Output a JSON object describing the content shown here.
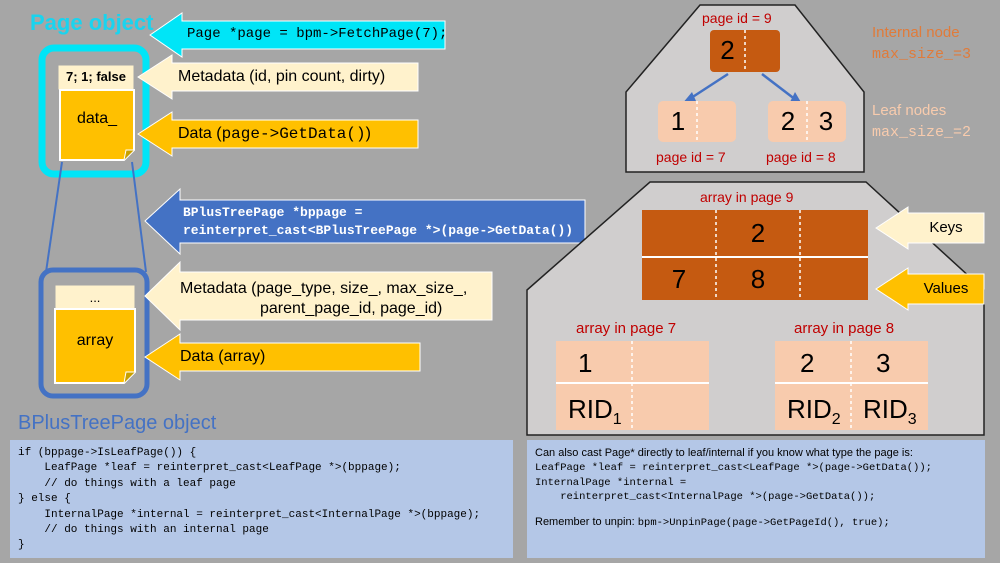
{
  "left": {
    "page_object_title": "Page object",
    "fetch_code": "Page *page = bpm->FetchPage(7);",
    "page_meta_values": "7; 1; false",
    "page_data_label": "data_",
    "metadata_arrow": "Metadata (id, pin count, dirty)",
    "data_arrow_prefix": "Data (",
    "data_arrow_code": "page->GetData()",
    "data_arrow_suffix": ")",
    "cast_line1": "BPlusTreePage *bppage =",
    "cast_line2": "reinterpret_cast<BPlusTreePage *>(page->GetData())",
    "bpt_meta_values": "...",
    "bpt_array_label": "array",
    "bpt_metadata_line1": "Metadata (page_type, size_, max_size_,",
    "bpt_metadata_line2": "parent_page_id, page_id)",
    "bpt_data_arrow": "Data (array)",
    "bpt_object_title": "BPlusTreePage object"
  },
  "code_left": [
    "if (bppage->IsLeafPage()) {",
    "    LeafPage *leaf = reinterpret_cast<LeafPage *>(bppage);",
    "    // do things with a leaf page",
    "} else {",
    "    InternalPage *internal = reinterpret_cast<InternalPage *>(bppage);",
    "    // do things with an internal page",
    "}"
  ],
  "tree": {
    "root_page_id": "page id = 9",
    "root_key": "2",
    "leaf1_key": "1",
    "leaf2_key_a": "2",
    "leaf2_key_b": "3",
    "leaf1_page_id": "page id = 7",
    "leaf2_page_id": "page id = 8",
    "internal_note_line1": "Internal node",
    "internal_note_line2": "max_size_=3",
    "leaf_note_line1": "Leaf nodes",
    "leaf_note_line2": "max_size_=2"
  },
  "arrays": {
    "page9_title": "array in page 9",
    "page9_key": "2",
    "page9_value1": "7",
    "page9_value2": "8",
    "keys_label": "Keys",
    "values_label": "Values",
    "page7_title": "array in page 7",
    "page7_key": "1",
    "page7_rid": "RID",
    "page7_rid_sub": "1",
    "page8_title": "array in page 8",
    "page8_key1": "2",
    "page8_key2": "3",
    "page8_rid1": "RID",
    "page8_rid1_sub": "2",
    "page8_rid2": "RID",
    "page8_rid2_sub": "3"
  },
  "code_right": {
    "intro": "Can also cast Page* directly to leaf/internal if you know what type the page is:",
    "lines": [
      "LeafPage *leaf = reinterpret_cast<LeafPage *>(page->GetData());",
      "InternalPage *internal =",
      "    reinterpret_cast<InternalPage *>(page->GetData());"
    ],
    "unpin_prefix": "Remember to unpin: ",
    "unpin_code": "bpm->UnpinPage(page->GetPageId(), true);"
  },
  "colors": {
    "background": "#a6a6a6",
    "cyan": "#00e5f7",
    "blue": "#4472c4",
    "light_yellow": "#ffe699",
    "gold": "#ffc000",
    "dark_orange": "#c55a11",
    "peach": "#f8cbad",
    "code_bg": "#b4c7e7",
    "page_id_red": "#c00000"
  }
}
